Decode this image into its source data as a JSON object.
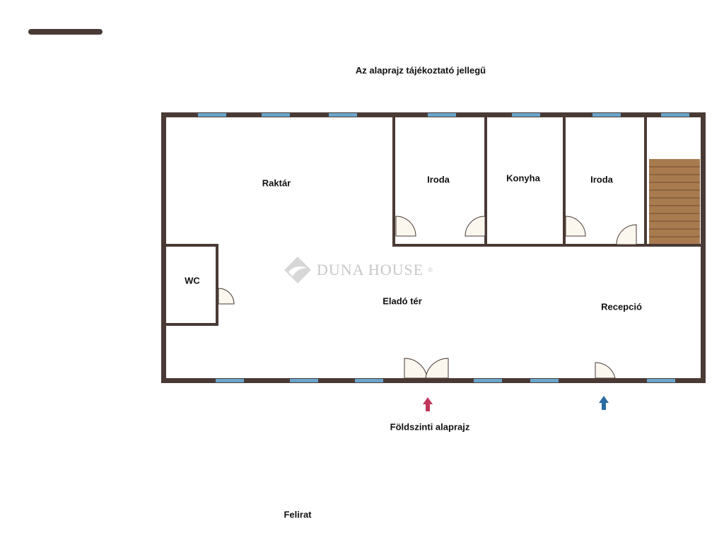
{
  "notice": "Az alaprajz tájékoztató jellegű",
  "rooms": {
    "raktar": "Raktár",
    "iroda_1": "Iroda",
    "konyha": "Konyha",
    "iroda_2": "Iroda",
    "wc": "WC",
    "elado_ter": "Eladó tér",
    "recepcio": "Recepció"
  },
  "watermark": {
    "brand": "DUNA HOUSE",
    "registered": "®"
  },
  "floor_label": "Földszinti alaprajz",
  "caption": "Felirat",
  "colors": {
    "wall": "#4a3a35",
    "window": "#6aa6cc",
    "door_fill": "#fbf7ef",
    "stairs": "#a87b4f",
    "main_entrance_arrow": "#c2365b",
    "reception_entrance_arrow": "#2a6ca3"
  }
}
